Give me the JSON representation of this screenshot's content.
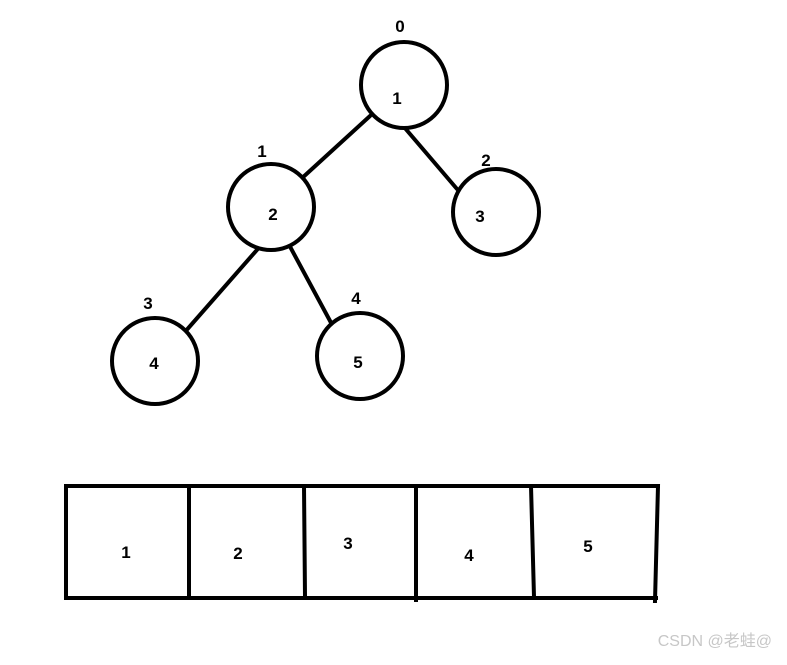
{
  "diagram": {
    "type": "binary-heap",
    "nodes": [
      {
        "index": "0",
        "value": "1"
      },
      {
        "index": "1",
        "value": "2"
      },
      {
        "index": "2",
        "value": "3"
      },
      {
        "index": "3",
        "value": "4"
      },
      {
        "index": "4",
        "value": "5"
      }
    ],
    "edges": [
      {
        "from": "0",
        "to": "1"
      },
      {
        "from": "0",
        "to": "2"
      },
      {
        "from": "1",
        "to": "3"
      },
      {
        "from": "1",
        "to": "4"
      }
    ],
    "array": [
      "1",
      "2",
      "3",
      "4",
      "5"
    ]
  },
  "watermark": "CSDN @老蛙@"
}
